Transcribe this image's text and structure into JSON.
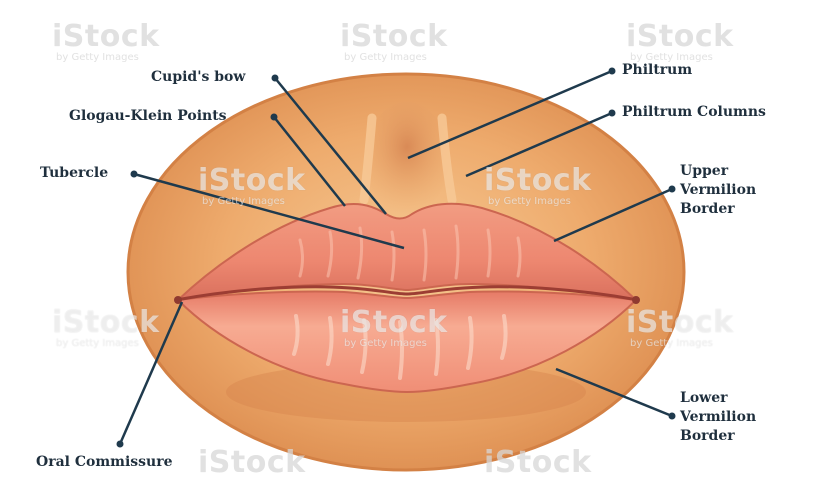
{
  "labels": {
    "cupids_bow": "Cupid's bow",
    "glogau_klein": "Glogau-Klein Points",
    "tubercle": "Tubercle",
    "oral_commissure": "Oral Commissure",
    "philtrum": "Philtrum",
    "philtrum_columns": "Philtrum Columns",
    "upper_vermilion": [
      "Upper",
      "Vermilion",
      "Border"
    ],
    "lower_vermilion": [
      "Lower",
      "Vermilion",
      "Border"
    ]
  },
  "watermark": {
    "brand": "iStock",
    "credit": "by Getty Images"
  },
  "colors": {
    "skin": "#e8a062",
    "skin_light": "#f2bd85",
    "lip_upper": "#ef8e78",
    "lip_lower": "#f39c84",
    "lip_line": "#c05a4a",
    "leader": "#1f3a4d"
  }
}
